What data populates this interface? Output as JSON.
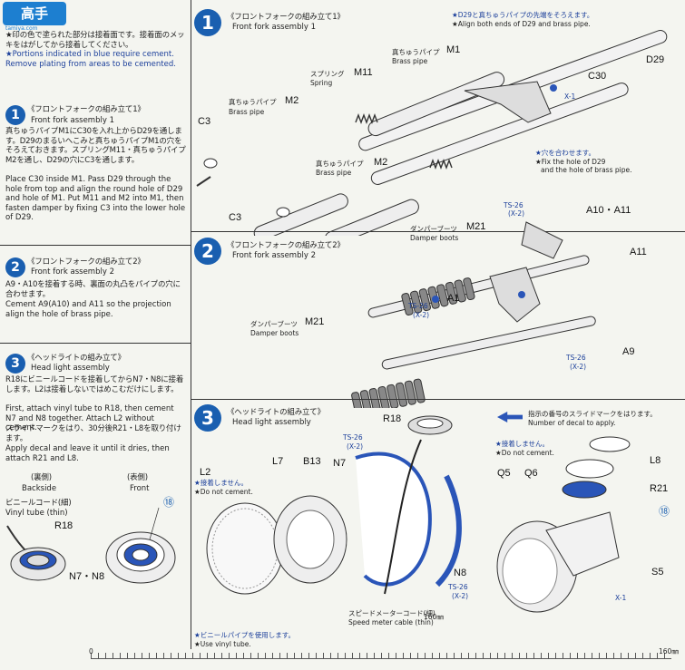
{
  "watermark": {
    "logo_text": "高手",
    "site": "tamiya.com"
  },
  "left_panel": {
    "intro_jp": "★印の色で塗られた部分は接着面です。接着面のメッキをはがしてから接着してください。",
    "intro_en": "★Portions indicated in blue require cement. Remove plating from areas to be cemented.",
    "step1": {
      "number": "1",
      "title_jp": "《フロントフォークの組み立て1》",
      "title_en": "Front fork assembly 1",
      "body_jp": "真ちゅうパイプM1にC30を入れ上からD29を通します。D29のまるいへこみと真ちゅうパイプM1の穴をそろえておきます。スプリングM11・真ちゅうパイプM2を通し、D29の穴にC3を通します。",
      "body_en": "Place C30 inside M1. Pass D29 through the hole from top and align the round hole of D29 and hole of M1. Put M11 and M2 into M1, then fasten damper by fixing C3 into the lower hole of D29."
    },
    "step2": {
      "number": "2",
      "title_jp": "《フロントフォークの組み立て2》",
      "title_en": "Front fork assembly 2",
      "body_jp": "A9・A10を接着する時、裏面の丸凸をパイプの穴に合わせます。",
      "body_en": "Cement A9(A10) and A11 so the projection align the hole of brass pipe."
    },
    "step3": {
      "number": "3",
      "title_jp": "《ヘッドライトの組み立て》",
      "title_en": "Head light assembly",
      "body_jp": "R18にビニールコードを接着してからN7・N8に接着します。L2は接着しないではめこむだけにします。",
      "body_en": "First, attach vinyl tube to R18, then cement N7 and N8 together. Attach L2 without cement.",
      "decal_jp": "スライドマークをはり、30分後R21・L8を取り付けます。",
      "decal_en": "Apply decal and leave it until it dries, then attach R21 and L8."
    },
    "backside_jp": "(裏側)",
    "backside_en": "Backside",
    "front_jp": "(表側)",
    "front_en": "Front",
    "vinyl_jp": "ビニールコード(細)",
    "vinyl_en": "Vinyl tube (thin)",
    "label_R18": "R18",
    "label_N7N8": "N7・N8",
    "decal_num": "⑱"
  },
  "diagram1": {
    "number": "1",
    "title_jp": "《フロントフォークの組み立て1》",
    "title_en": "Front fork assembly 1",
    "note_align_jp": "★D29と真ちゅうパイプの先端をそろえます。",
    "note_align_en": "★Align both ends of D29 and brass pipe.",
    "brass_M1_jp": "真ちゅうパイプ",
    "brass_M1_part": "M1",
    "brass_M1_en": "Brass pipe",
    "spring_jp": "スプリング",
    "spring_part": "M11",
    "spring_en": "Spring",
    "brass_M2_jp": "真ちゅうパイプ",
    "brass_M2_part": "M2",
    "brass_M2_en": "Brass pipe",
    "brass_M2b_jp": "真ちゅうパイプ",
    "brass_M2b_part": "M2",
    "brass_M2b_en": "Brass pipe",
    "c30": "C30",
    "d29": "D29",
    "x1": "X-1",
    "c3a": "C3",
    "c3b": "C3",
    "fix_jp": "★穴を合わせます。",
    "fix_en1": "★Fix the hole of D29",
    "fix_en2": "and the hole of brass pipe."
  },
  "diagram2": {
    "number": "2",
    "title_jp": "《フロントフォークの組み立て2》",
    "title_en": "Front fork assembly 2",
    "ts26a": "TS-26",
    "x2a": "(X-2)",
    "a10a11": "A10・A11",
    "damper_jp": "ダンパーブーツ",
    "damper_part": "M21",
    "damper_en": "Damper boots",
    "a11": "A11",
    "a1": "A1",
    "ts26b": "TS-26",
    "x2b": "(X-2)",
    "damper2_jp": "ダンパーブーツ",
    "damper2_part": "M21",
    "damper2_en": "Damper boots",
    "ts26c": "TS-26",
    "x2c": "(X-2)",
    "a9": "A9"
  },
  "diagram3": {
    "number": "3",
    "title_jp": "《ヘッドライトの組み立て》",
    "title_en": "Head light assembly",
    "r18": "R18",
    "ts26": "TS-26",
    "x2": "(X-2)",
    "l2": "L2",
    "l2_note_jp": "★接着しません。",
    "l2_note_en": "★Do not cement.",
    "l7": "L7",
    "b13": "B13",
    "n7": "N7",
    "n8": "N8",
    "ts26b": "TS-26",
    "x2b": "(X-2)",
    "cable_jp": "スピードメーターコード(細)",
    "cable_en": "Speed meter cable (thin)",
    "cable_len": "160㎜",
    "vinyl_note_jp": "★ビニールパイプを使用します。",
    "vinyl_note_en": "★Use vinyl tube.",
    "decal_legend_jp": "指示の番号のスライドマークをはります。",
    "decal_legend_en": "Number of decal to apply.",
    "q5": "Q5",
    "q6": "Q6",
    "nc_jp": "★接着しません。",
    "nc_en": "★Do not cement.",
    "l8": "L8",
    "r21": "R21",
    "decal18": "⑱",
    "s5": "S5",
    "x1": "X-1"
  },
  "ruler": {
    "start": "0",
    "end": "160㎜"
  },
  "colors": {
    "step_blue": "#1a5fb0",
    "cement_blue": "#2a55b8",
    "text_blue": "#1b3f9a"
  }
}
